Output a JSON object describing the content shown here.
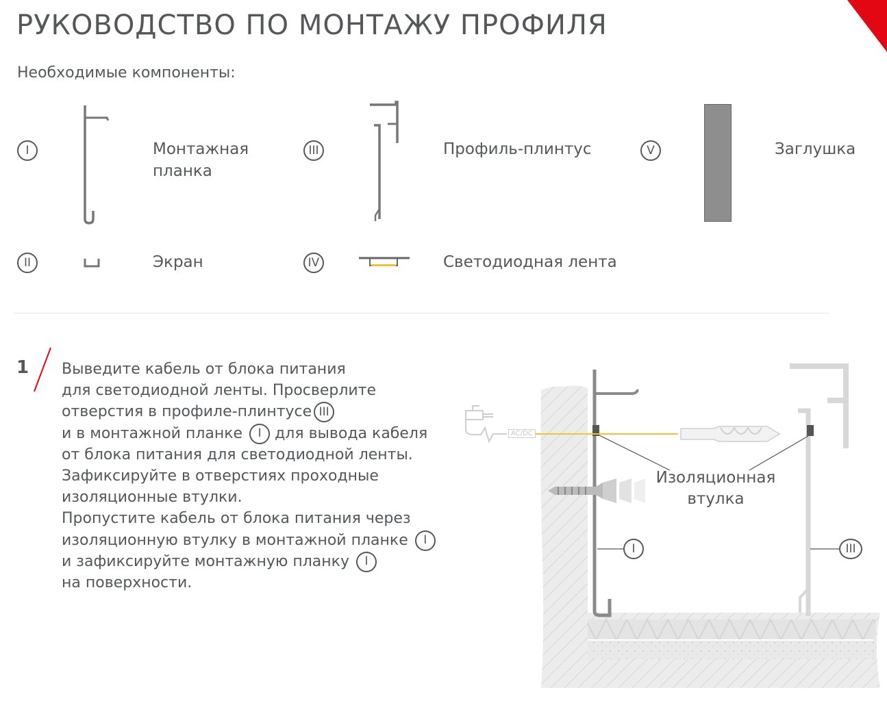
{
  "title": "РУКОВОДСТВО ПО МОНТАЖУ ПРОФИЛЯ",
  "subtitle": "Необходимые компоненты:",
  "accent_color": "#e30613",
  "components": [
    {
      "numeral": "I",
      "name_line1": "Монтажная",
      "name_line2": "планка",
      "icon": "mounting-bar-icon"
    },
    {
      "numeral": "II",
      "name": "Экран",
      "icon": "screen-icon"
    },
    {
      "numeral": "III",
      "name": "Профиль-плинтус",
      "icon": "skirting-profile-icon"
    },
    {
      "numeral": "IV",
      "name": "Светодиодная лента",
      "icon": "led-strip-icon"
    },
    {
      "numeral": "V",
      "name": "Заглушка",
      "icon": "end-cap-icon"
    }
  ],
  "step": {
    "number": "1",
    "lines": [
      "Выведите кабель от блока питания",
      "для светодиодной ленты. Просверлите",
      "отверстия в профиле-плинтусе",
      "и в монтажной планке",
      "для вывода кабеля",
      "от блока питания для светодиодной ленты.",
      "Зафиксируйте в отверстиях проходные",
      "изоляционные втулки.",
      "Пропустите кабель от блока питания через",
      "изоляционную втулку в монтажной планке",
      "и зафиксируйте монтажную планку",
      "на поверхности."
    ],
    "refs": {
      "r1": "III",
      "r2": "I",
      "r3": "I",
      "r4": "I"
    }
  },
  "diagram": {
    "label_line1": "Изоляционная",
    "label_line2": "втулка",
    "acdc": "AC/DC",
    "callout_left": "I",
    "callout_right": "III"
  }
}
